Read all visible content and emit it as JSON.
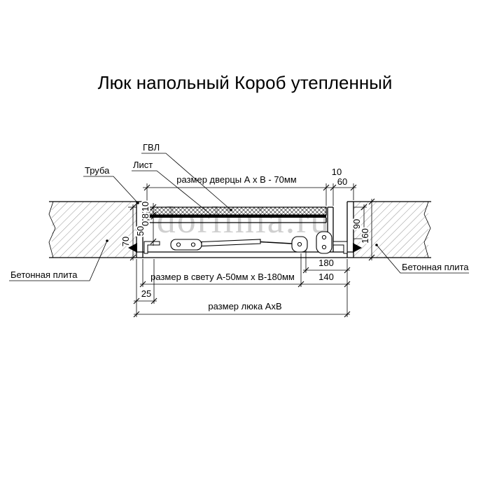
{
  "title": "Люк напольный Короб утепленный",
  "watermark": "dorlinia.ru",
  "callouts": {
    "gvl": "ГВЛ",
    "sheet": "Лист",
    "tube": "Труба",
    "concrete_left": "Бетонная плита",
    "concrete_right": "Бетонная плита"
  },
  "dims": {
    "door": "размер дверцы А х В - 70мм",
    "top_gap": "10",
    "frame_width": "60",
    "gvl_thickness": "10",
    "sheet_thickness": "0,8",
    "leaf_depth": "50",
    "box_depth": "70",
    "right_inner": "90",
    "right_total": "160",
    "d180": "180",
    "d140": "140",
    "clear": "размер в свету А-50мм х В-180мм",
    "d25": "25",
    "hatch": "размер люка АхВ"
  }
}
